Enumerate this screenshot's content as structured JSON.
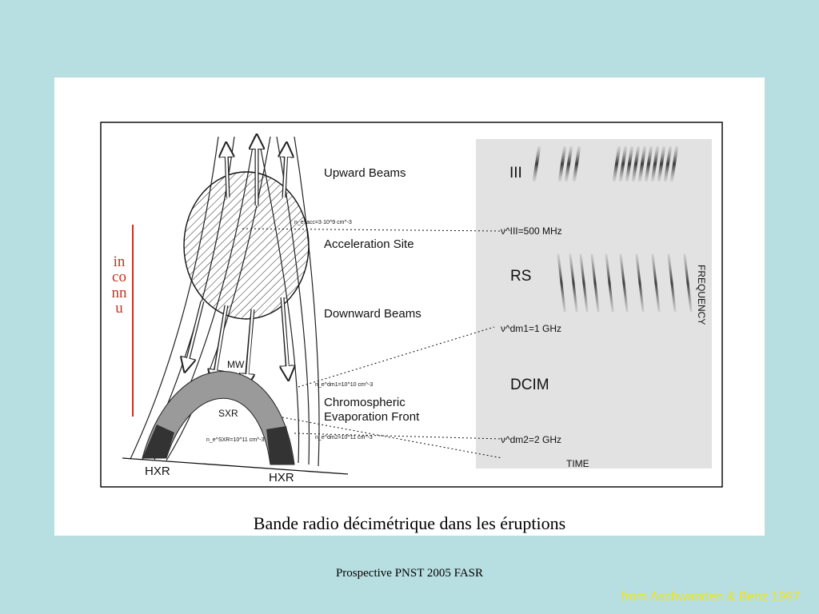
{
  "figure": {
    "left_labels": {
      "upward": "Upward Beams",
      "acceleration": "Acceleration Site",
      "downward": "Downward Beams",
      "chromo_1": "Chromospheric",
      "chromo_2": "Evaporation Front",
      "mw": "MW",
      "sxr": "SXR",
      "hxr_left": "HXR",
      "hxr_right": "HXR",
      "density_top": "n_e^acc=3·10^9 cm^-3",
      "density_mid": "n_e^dm1=10^10 cm^-3",
      "density_low": "n_e^dm2=10^11 cm^-3",
      "density_sxr": "n_e^SXR=10^11 cm^-3"
    },
    "spectrum": {
      "iii": "III",
      "rs": "RS",
      "dcim": "DCIM",
      "f1": "ν^III=500 MHz",
      "f2": "ν^dm1=1 GHz",
      "f3": "ν^dm2=2 GHz",
      "time_label": "TIME",
      "freq_label": "FREQUENCY"
    },
    "side_text": "inconnu"
  },
  "caption": "Bande radio décimétrique dans les éruptions",
  "footer": "Prospective PNST 2005 FASR",
  "credit": "from Aschwanden & Benz 1997",
  "colors": {
    "background": "#b7dfe2",
    "panel": "#ffffff",
    "spectrum_bg": "#e2e2e2",
    "side_text": "#c8321e",
    "credit": "#f2e21a"
  }
}
